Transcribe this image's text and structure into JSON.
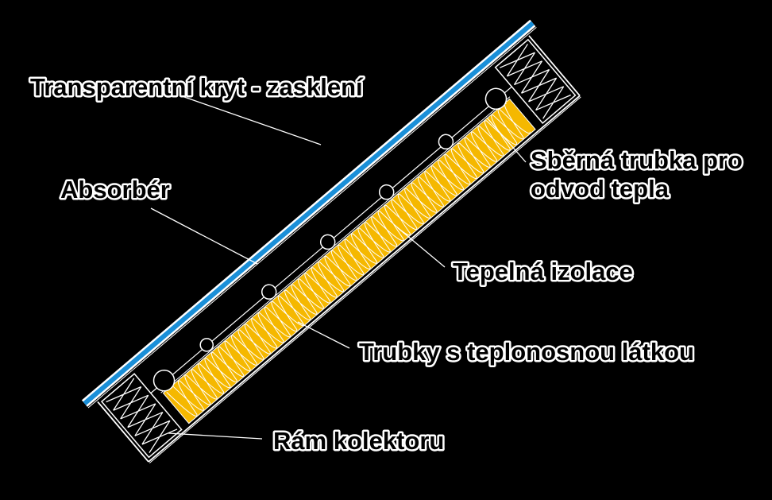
{
  "labels": {
    "glazing": "Transparentní kryt - zasklení",
    "absorber": "Absorbér",
    "collector_pipe_line1": "Sběrná trubka pro",
    "collector_pipe_line2": "odvod tepla",
    "insulation": "Tepelná izolace",
    "tubes": "Trubky s teplonosnou látkou",
    "frame": "Rám kolektoru"
  },
  "colors": {
    "background": "#000000",
    "glazing": "#1a8fd8",
    "insulation": "#f5b800",
    "lines": "#ffffff",
    "label_fill": "#000000",
    "label_outline": "#ffffff"
  }
}
